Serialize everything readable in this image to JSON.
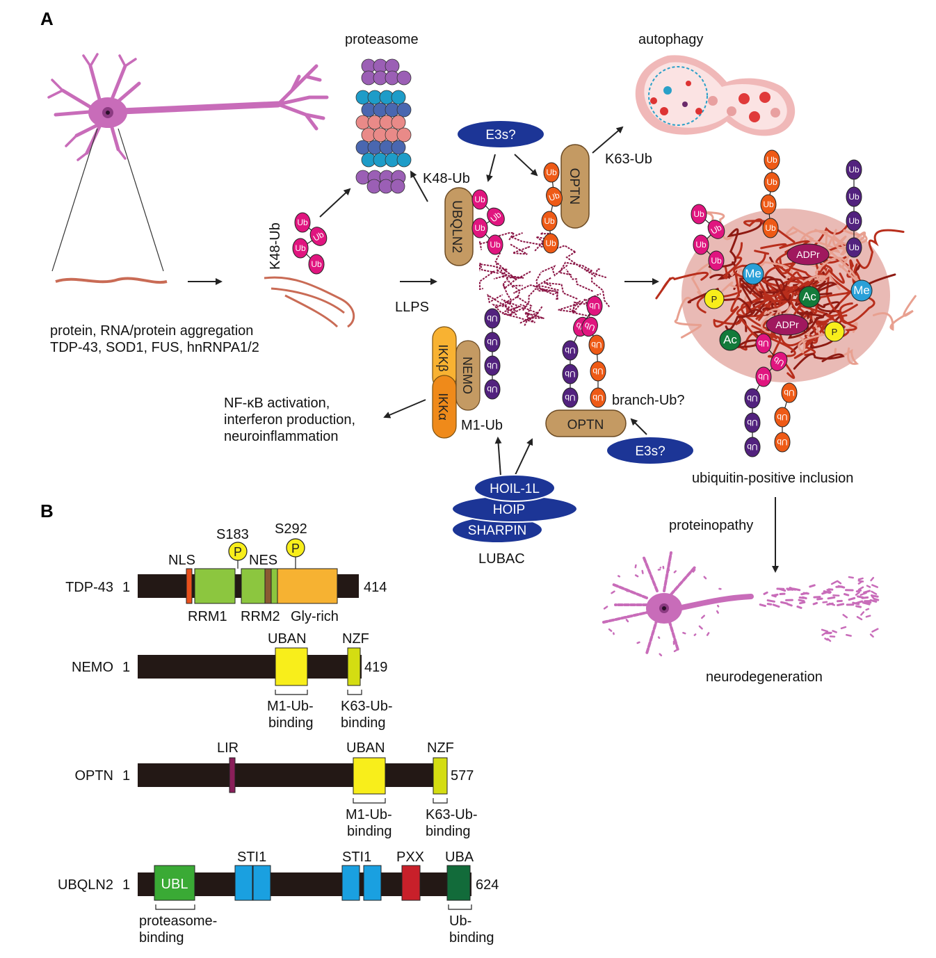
{
  "panels": {
    "a": "A",
    "b": "B"
  },
  "panel_a": {
    "proteasome": "proteasome",
    "autophagy": "autophagy",
    "k48_left": "K48-Ub",
    "k48_top": "K48-Ub",
    "k63": "K63-Ub",
    "llps": "LLPS",
    "aggregation_line1": "protein, RNA/protein aggregation",
    "aggregation_line2": "TDP-43, SOD1, FUS, hnRNPA1/2",
    "e3_top": "E3s?",
    "e3_bottom": "E3s?",
    "optn_top": "OPTN",
    "optn_bottom": "OPTN",
    "ubqln2": "UBQLN2",
    "nemo": "NEMO",
    "ikka": "IKKα",
    "ikkb": "IKKβ",
    "m1ub": "M1-Ub",
    "branch": "branch-Ub?",
    "nfkb_line1": "NF-κB activation,",
    "nfkb_line2": "interferon production,",
    "nfkb_line3": "neuroinflammation",
    "hoil": "HOIL-1L",
    "hoip": "HOIP",
    "sharpin": "SHARPIN",
    "lubac": "LUBAC",
    "inclusion": "ubiquitin-positive inclusion",
    "proteinopathy": "proteinopathy",
    "neurodegeneration": "neurodegeneration",
    "ub": "Ub",
    "mods": {
      "p": "P",
      "me": "Me",
      "ac": "Ac",
      "adpr": "ADPr"
    }
  },
  "panel_b": {
    "tdp43": {
      "name": "TDP-43",
      "start": "1",
      "end": "414",
      "nls": "NLS",
      "nes": "NES",
      "s183": "S183",
      "s292": "S292",
      "p": "P",
      "rrm1": "RRM1",
      "rrm2": "RRM2",
      "gly": "Gly-rich"
    },
    "nemo": {
      "name": "NEMO",
      "start": "1",
      "end": "419",
      "uban": "UBAN",
      "nzf": "NZF",
      "m1_l1": "M1-Ub-",
      "m1_l2": "binding",
      "k63_l1": "K63-Ub-",
      "k63_l2": "binding"
    },
    "optn": {
      "name": "OPTN",
      "start": "1",
      "end": "577",
      "lir": "LIR",
      "uban": "UBAN",
      "nzf": "NZF",
      "m1_l1": "M1-Ub-",
      "m1_l2": "binding",
      "k63_l1": "K63-Ub-",
      "k63_l2": "binding"
    },
    "ubqln2": {
      "name": "UBQLN2",
      "start": "1",
      "end": "624",
      "ubl": "UBL",
      "sti1a": "STI1",
      "sti1b": "STI1",
      "pxx": "PXX",
      "uba": "UBA",
      "prot_l1": "proteasome-",
      "prot_l2": "binding",
      "ub_l1": "Ub-",
      "ub_l2": "binding"
    }
  },
  "colors": {
    "ub_magenta": "#e0157f",
    "ub_orange": "#ee5a16",
    "ub_purple": "#52227e",
    "tan": "#c49a63",
    "navy": "#1c3596",
    "yellow": "#f8ee1b",
    "green_rrm": "#8cc63f",
    "gly": "#f6b232",
    "neuron": "#c86cb9",
    "aggregate": "#b03020",
    "fibril": "#8a1444"
  }
}
